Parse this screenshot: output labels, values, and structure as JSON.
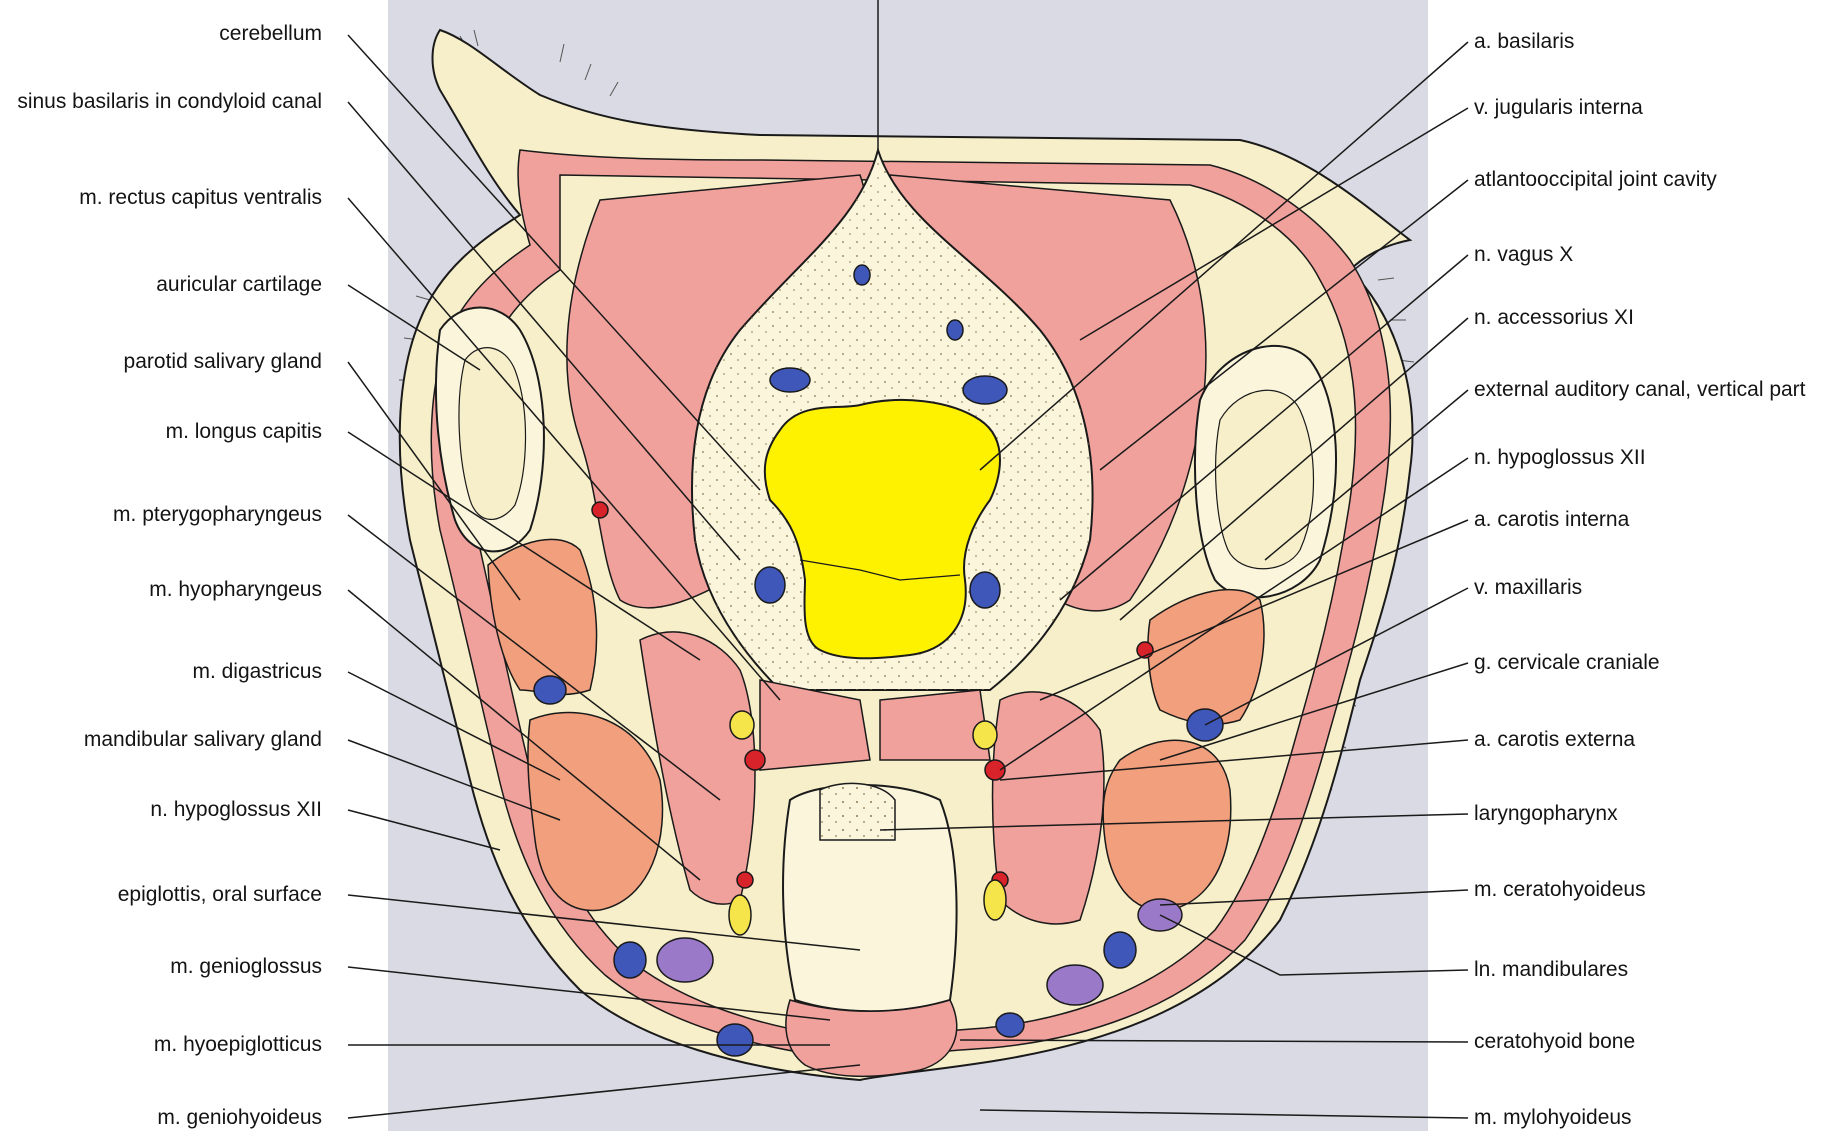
{
  "figure": {
    "left_labels": [
      "cerebellum",
      "sinus basilaris in condyloid canal",
      "m. rectus capitus ventralis",
      "auricular cartilage",
      "parotid salivary gland",
      "m. longus capitis",
      "m. pterygopharyngeus",
      "m. hyopharyngeus",
      "m. digastricus",
      "mandibular salivary gland",
      "n. hypoglossus XII",
      "epiglottis, oral surface",
      "m. genioglossus",
      "m. hyoepiglotticus",
      "m. geniohyoideus"
    ],
    "right_labels": [
      "a. basilaris",
      "v. jugularis interna",
      "atlantooccipital joint cavity",
      "n. vagus X",
      "n. accessorius XI",
      "external auditory canal, vertical part",
      "n. hypoglossus XII",
      "a. carotis interna",
      "v. maxillaris",
      "g. cervicale craniale",
      "a. carotis externa",
      "laryngopharynx",
      "m. ceratohyoideus",
      "ln. mandibulares",
      "ceratohyoid bone",
      "m. mylohyoideus"
    ],
    "colors": {
      "skin": "#f6efc9",
      "muscle": "#f0a19c",
      "gland": "#f19f7c",
      "brain": "#fff200",
      "vein": "#3f57b8",
      "artery": "#d8232a",
      "nerve": "#f5e54a",
      "lymph": "#9a79c8",
      "bone": "#fbf5dc",
      "backdrop": "#d9dae3",
      "line": "#1a1a1a"
    }
  }
}
